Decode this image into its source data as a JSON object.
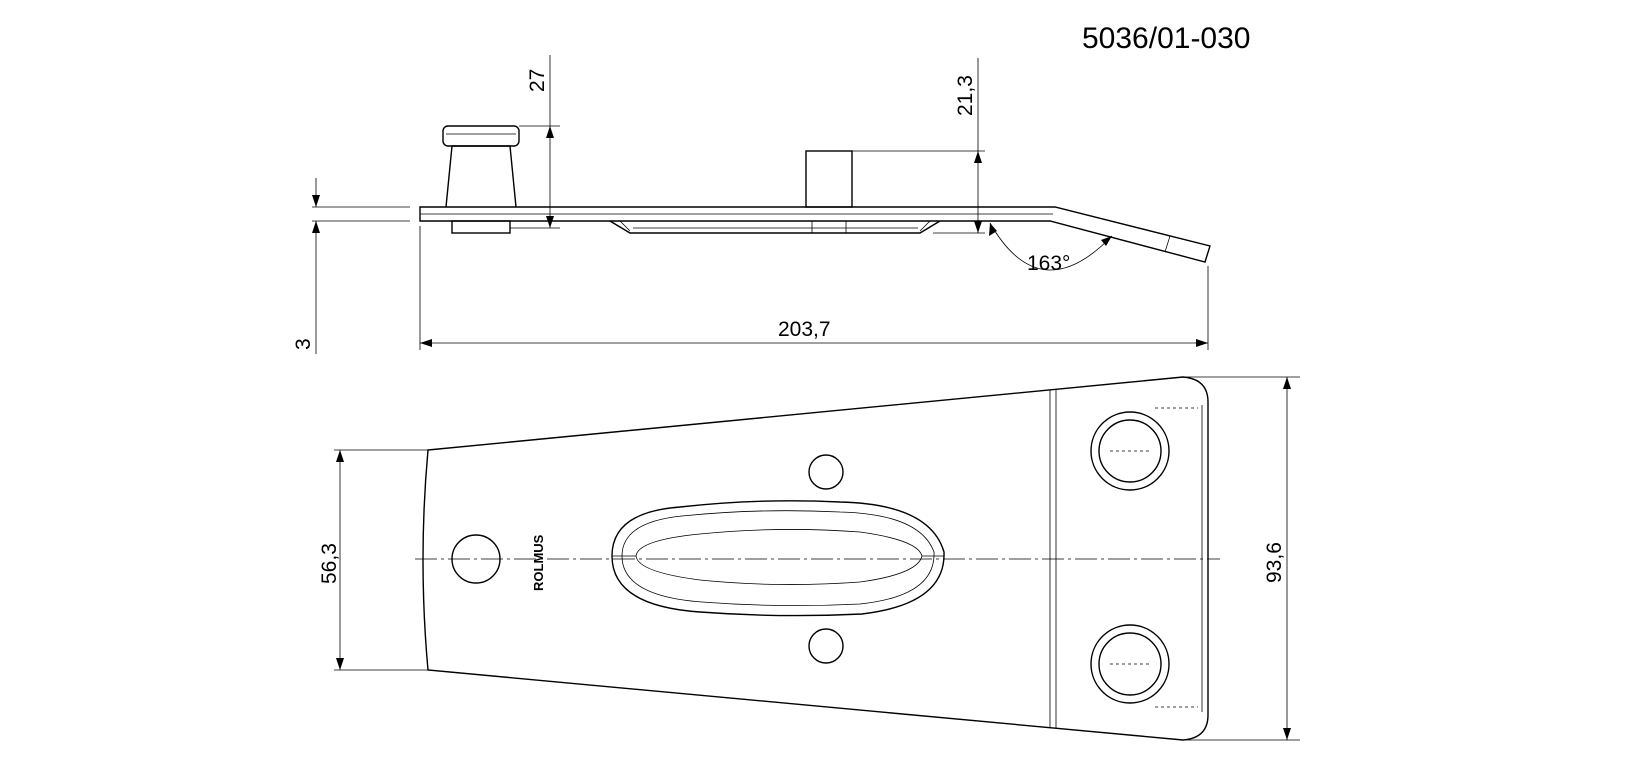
{
  "part_number": "5036/01-030",
  "dimensions": {
    "height_pin_large": "27",
    "height_pin_small": "21,3",
    "angle": "163°",
    "thickness": "3",
    "overall_length": "203,7",
    "hole_spacing": "56,3",
    "overall_width": "93,6"
  },
  "logo": "ROLMUS"
}
